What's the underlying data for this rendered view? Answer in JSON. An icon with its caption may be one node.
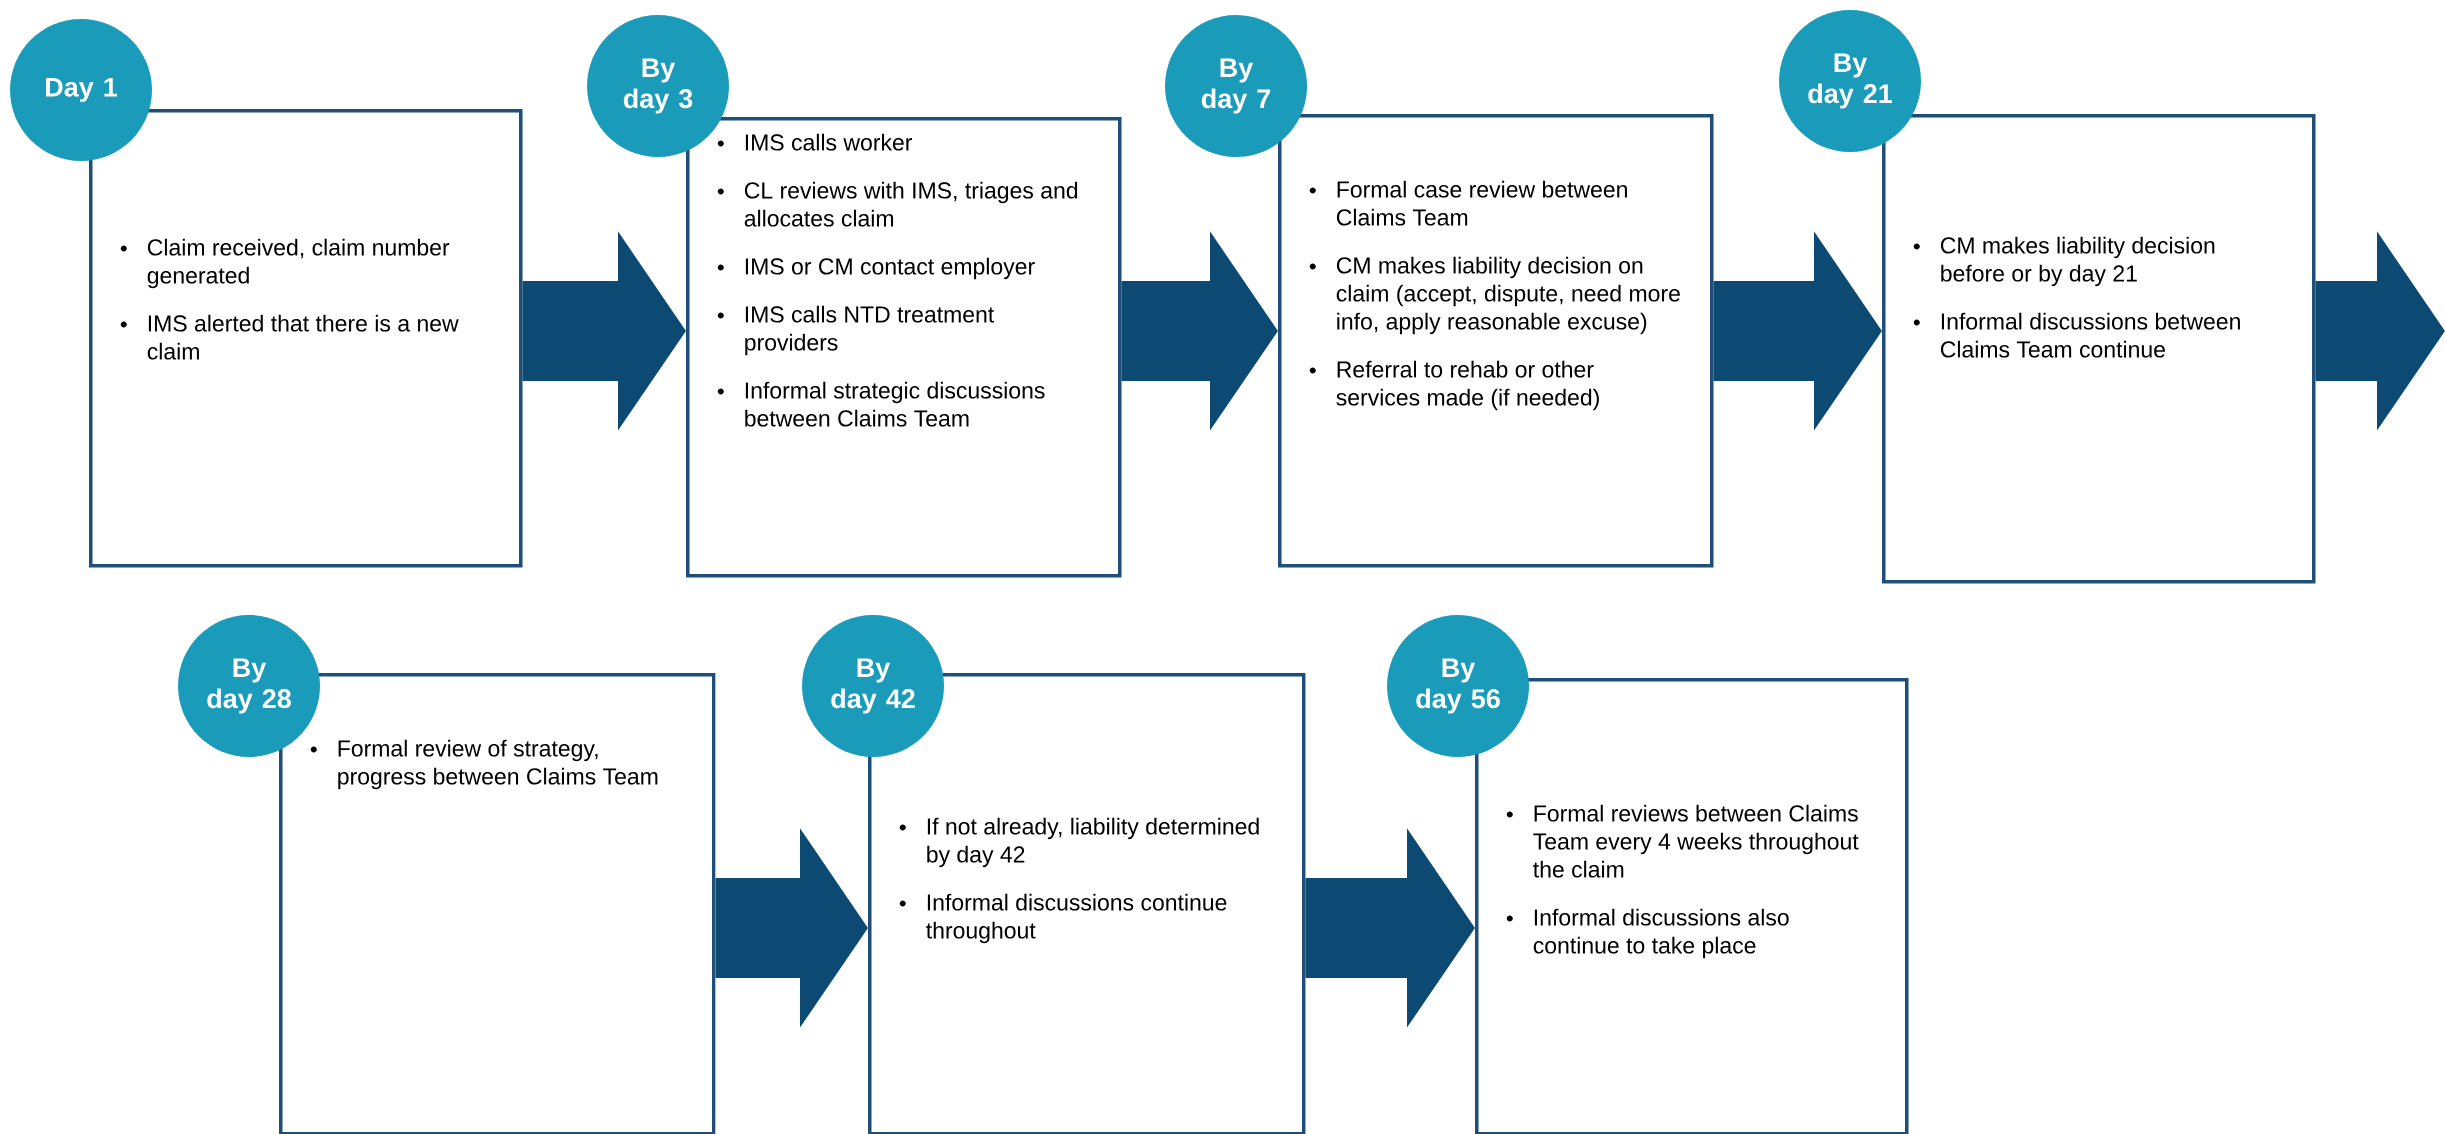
{
  "diagram": {
    "nodes": [
      {
        "text": [
          "Day 1",
          "Claim received, claim number generated",
          "IMS alerted that there is a new claim"
        ]
      },
      {
        "text": [
          "By day 3",
          "IMS calls worker",
          "CL reviews with IMS, triages and allocates claim",
          "IMS or CM contact employer",
          "IMS calls NTD treatment providers",
          "Informal strategic discussions between Claims Team"
        ]
      },
      {
        "text": [
          "By day 7",
          "Formal case review between Claims Team",
          "CM makes liability decision on claim (accept, dispute, need more info, apply reasonable excuse)",
          "Referral to rehab or other services made (if needed)"
        ]
      },
      {
        "text": [
          "By day 21",
          "CM makes liability decision before or by day 21",
          "Informal discussions between Claims Team continue"
        ]
      },
      {
        "text": [
          "By day 28",
          "Formal review of strategy, progress between Claims Team"
        ]
      },
      {
        "text": [
          "By day 42",
          "If not already, liability determined by day 42",
          "Informal discussions continue throughout"
        ]
      },
      {
        "text": [
          "By day 56",
          "Formal reviews between Claims Team every 4 weeks throughout the claim",
          "Informal discussions also continue to take place"
        ]
      }
    ],
    "edges": [
      {
        "from": 0,
        "to": 1,
        "arrow": "to"
      },
      {
        "from": 1,
        "to": 2,
        "arrow": "to"
      },
      {
        "from": 2,
        "to": 3,
        "arrow": "to"
      },
      {
        "from": 3,
        "to": null,
        "arrow": "to"
      },
      {
        "from": 4,
        "to": 5,
        "arrow": "to"
      },
      {
        "from": 5,
        "to": 6,
        "arrow": "to"
      }
    ]
  }
}
